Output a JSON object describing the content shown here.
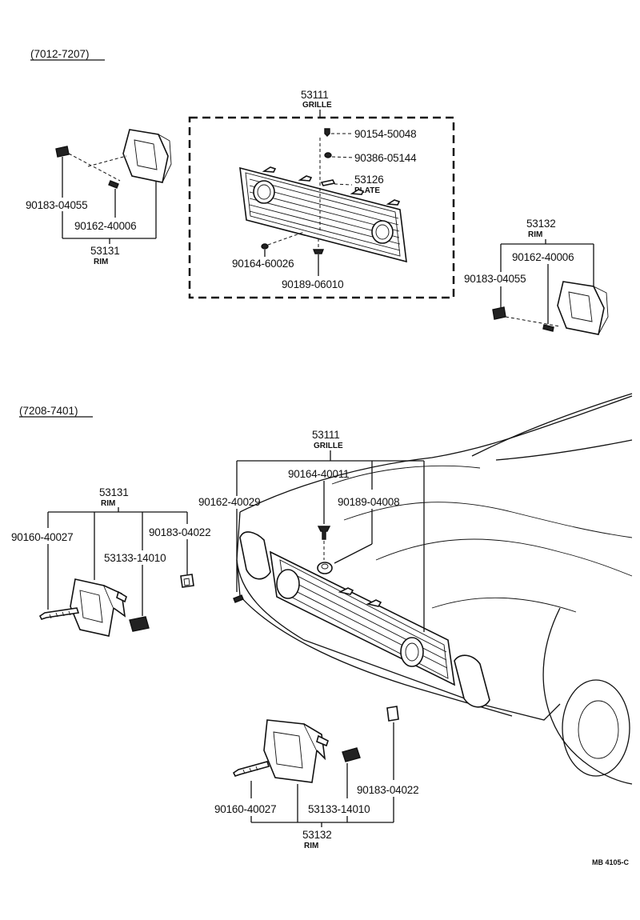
{
  "sections": {
    "upper": {
      "range": "(7012-7207)"
    },
    "lower": {
      "range": "(7208-7401)"
    }
  },
  "upper": {
    "grille": {
      "number": "53111",
      "name": "GRILLE"
    },
    "p_90154_50048": "90154-50048",
    "p_90386_05144": "90386-05144",
    "plate": {
      "number": "53126",
      "name": "PLATE"
    },
    "p_90164_60026": "90164-60026",
    "p_90189_06010": "90189-06010",
    "left_rim": {
      "number": "53131",
      "name": "RIM"
    },
    "left_90183_04055": "90183-04055",
    "left_90162_40006": "90162-40006",
    "right_rim": {
      "number": "53132",
      "name": "RIM"
    },
    "right_90162_40006": "90162-40006",
    "right_90183_04055": "90183-04055"
  },
  "lower": {
    "grille": {
      "number": "53111",
      "name": "GRILLE"
    },
    "p_90164_40011": "90164-40011",
    "p_90162_40029": "90162-40029",
    "p_90189_04008": "90189-04008",
    "left_rim": {
      "number": "53131",
      "name": "RIM"
    },
    "left_90160_40027": "90160-40027",
    "left_90183_04022": "90183-04022",
    "left_53133_14010": "53133-14010",
    "right_90183_04022": "90183-04022",
    "right_90160_40027": "90160-40027",
    "right_53133_14010": "53133-14010",
    "right_rim": {
      "number": "53132",
      "name": "RIM"
    }
  },
  "footer": {
    "code": "MB 4105-C"
  }
}
